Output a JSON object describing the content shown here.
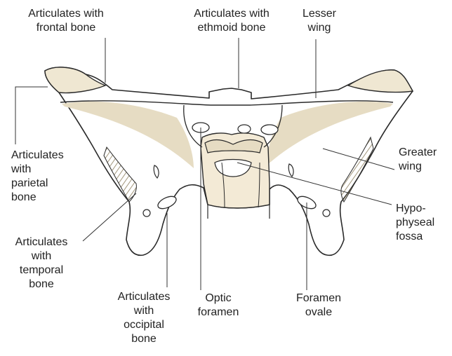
{
  "colors": {
    "outline": "#2a2a2a",
    "leader": "#333333",
    "bone_fill": "#ffffff",
    "surface_shade": "#e6dcc3",
    "cartilage_shade": "#d9c9a2",
    "hatch": "#8b7d5b"
  },
  "labels": {
    "frontal": "Articulates with\nfrontal bone",
    "ethmoid": "Articulates with\nethmoid bone",
    "lesser_wing": "Lesser\nwing",
    "parietal": "Articulates\nwith\nparietal\nbone",
    "greater_wing": "Greater\nwing",
    "hypophyseal": "Hypo-\nphyseal\nfossa",
    "temporal": "Articulates\nwith\ntemporal\nbone",
    "occipital": "Articulates\nwith\noccipital\nbone",
    "optic": "Optic\nforamen",
    "ovale": "Foramen\novale"
  }
}
